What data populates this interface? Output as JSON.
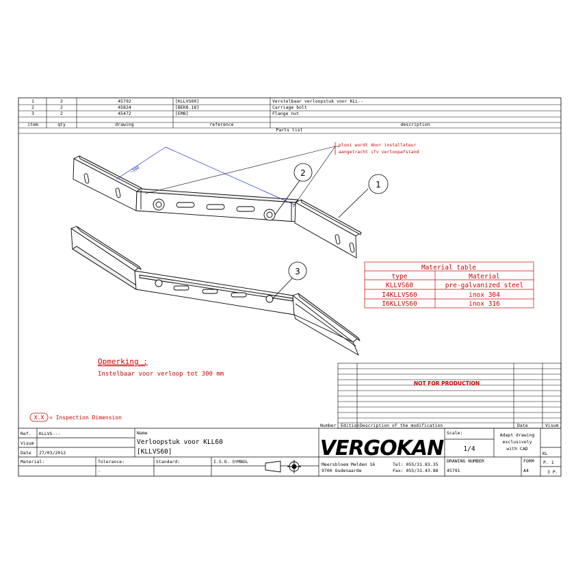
{
  "parts_list": {
    "rows": [
      {
        "item": "1",
        "qty": "2",
        "drawing": "45792",
        "reference": "[KLLVS60]",
        "description": "Verstelbaar verloopstuk voor KLL--"
      },
      {
        "item": "2",
        "qty": "2",
        "drawing": "45824",
        "reference": "[BEK8.18]",
        "description": "Carriage bolt"
      },
      {
        "item": "3",
        "qty": "2",
        "drawing": "45472",
        "reference": "[EM8]",
        "description": "Flange nut"
      }
    ],
    "headers": {
      "item": "item",
      "qty": "qty",
      "drawing": "drawing",
      "reference": "reference",
      "description": "description"
    },
    "title": "Parts list"
  },
  "callouts": {
    "c1": "1",
    "c2": "2",
    "c3": "3"
  },
  "dimension_label": "~300",
  "installer_note": {
    "line1": "plooi wordt door installateur",
    "line2": "aangetracht ifv verloopafstand"
  },
  "material_table": {
    "title": "Material table",
    "col_type": "type",
    "col_material": "Material",
    "rows": [
      {
        "type": "KLLVS60",
        "material": "pre-galvanized steel"
      },
      {
        "type": "I4KLLVS60",
        "material": "inox 304"
      },
      {
        "type": "I6KLLVS60",
        "material": "inox 316"
      }
    ]
  },
  "remark": {
    "title": "Opmerking :",
    "text": "Instelbaar voor verloop tot 300 mm"
  },
  "inspection": {
    "symbol": "X.X",
    "text": "= Inspection Dimension"
  },
  "revision": {
    "stamp": "NOT FOR PRODUCTION",
    "headers": {
      "number": "Number",
      "edition": "Edition",
      "description": "Description of the modification",
      "date": "Date",
      "visum": "Visum"
    }
  },
  "title_block": {
    "ref_label": "Ref.",
    "ref_value": "KLLVS---",
    "visum_label": "Visum",
    "date_label": "Date",
    "date_value": "27/03/2012",
    "name_label": "Name",
    "name_line1": "Verloopstuk voor KLL60",
    "name_line2": "[KLLVS60]",
    "material_label": "Material:",
    "tolerance_label": "Tolerance:",
    "tolerance_value": "-",
    "standard_label": "Standard:",
    "iso_label": "I.S.O. SYMBOL",
    "company": "VERGOKAN",
    "address1": "Meersbloem Melden 16",
    "address2": "9700 Oudenaarde",
    "tel": "Tel: 055/31.83.35",
    "fax": "Fax: 055/31.43.88",
    "scale_label": "Scale:",
    "scale_value": "1/4",
    "adapt_line1": "Adapt drawing",
    "adapt_line2": "exclusively",
    "adapt_line3": "with CAD",
    "kl": "KL",
    "drawing_number_label": "DRAWING NUMBER",
    "drawing_number": "45791",
    "form_label": "FORM",
    "form_value": "A4",
    "page": "P. 1",
    "pages": "3 P."
  }
}
